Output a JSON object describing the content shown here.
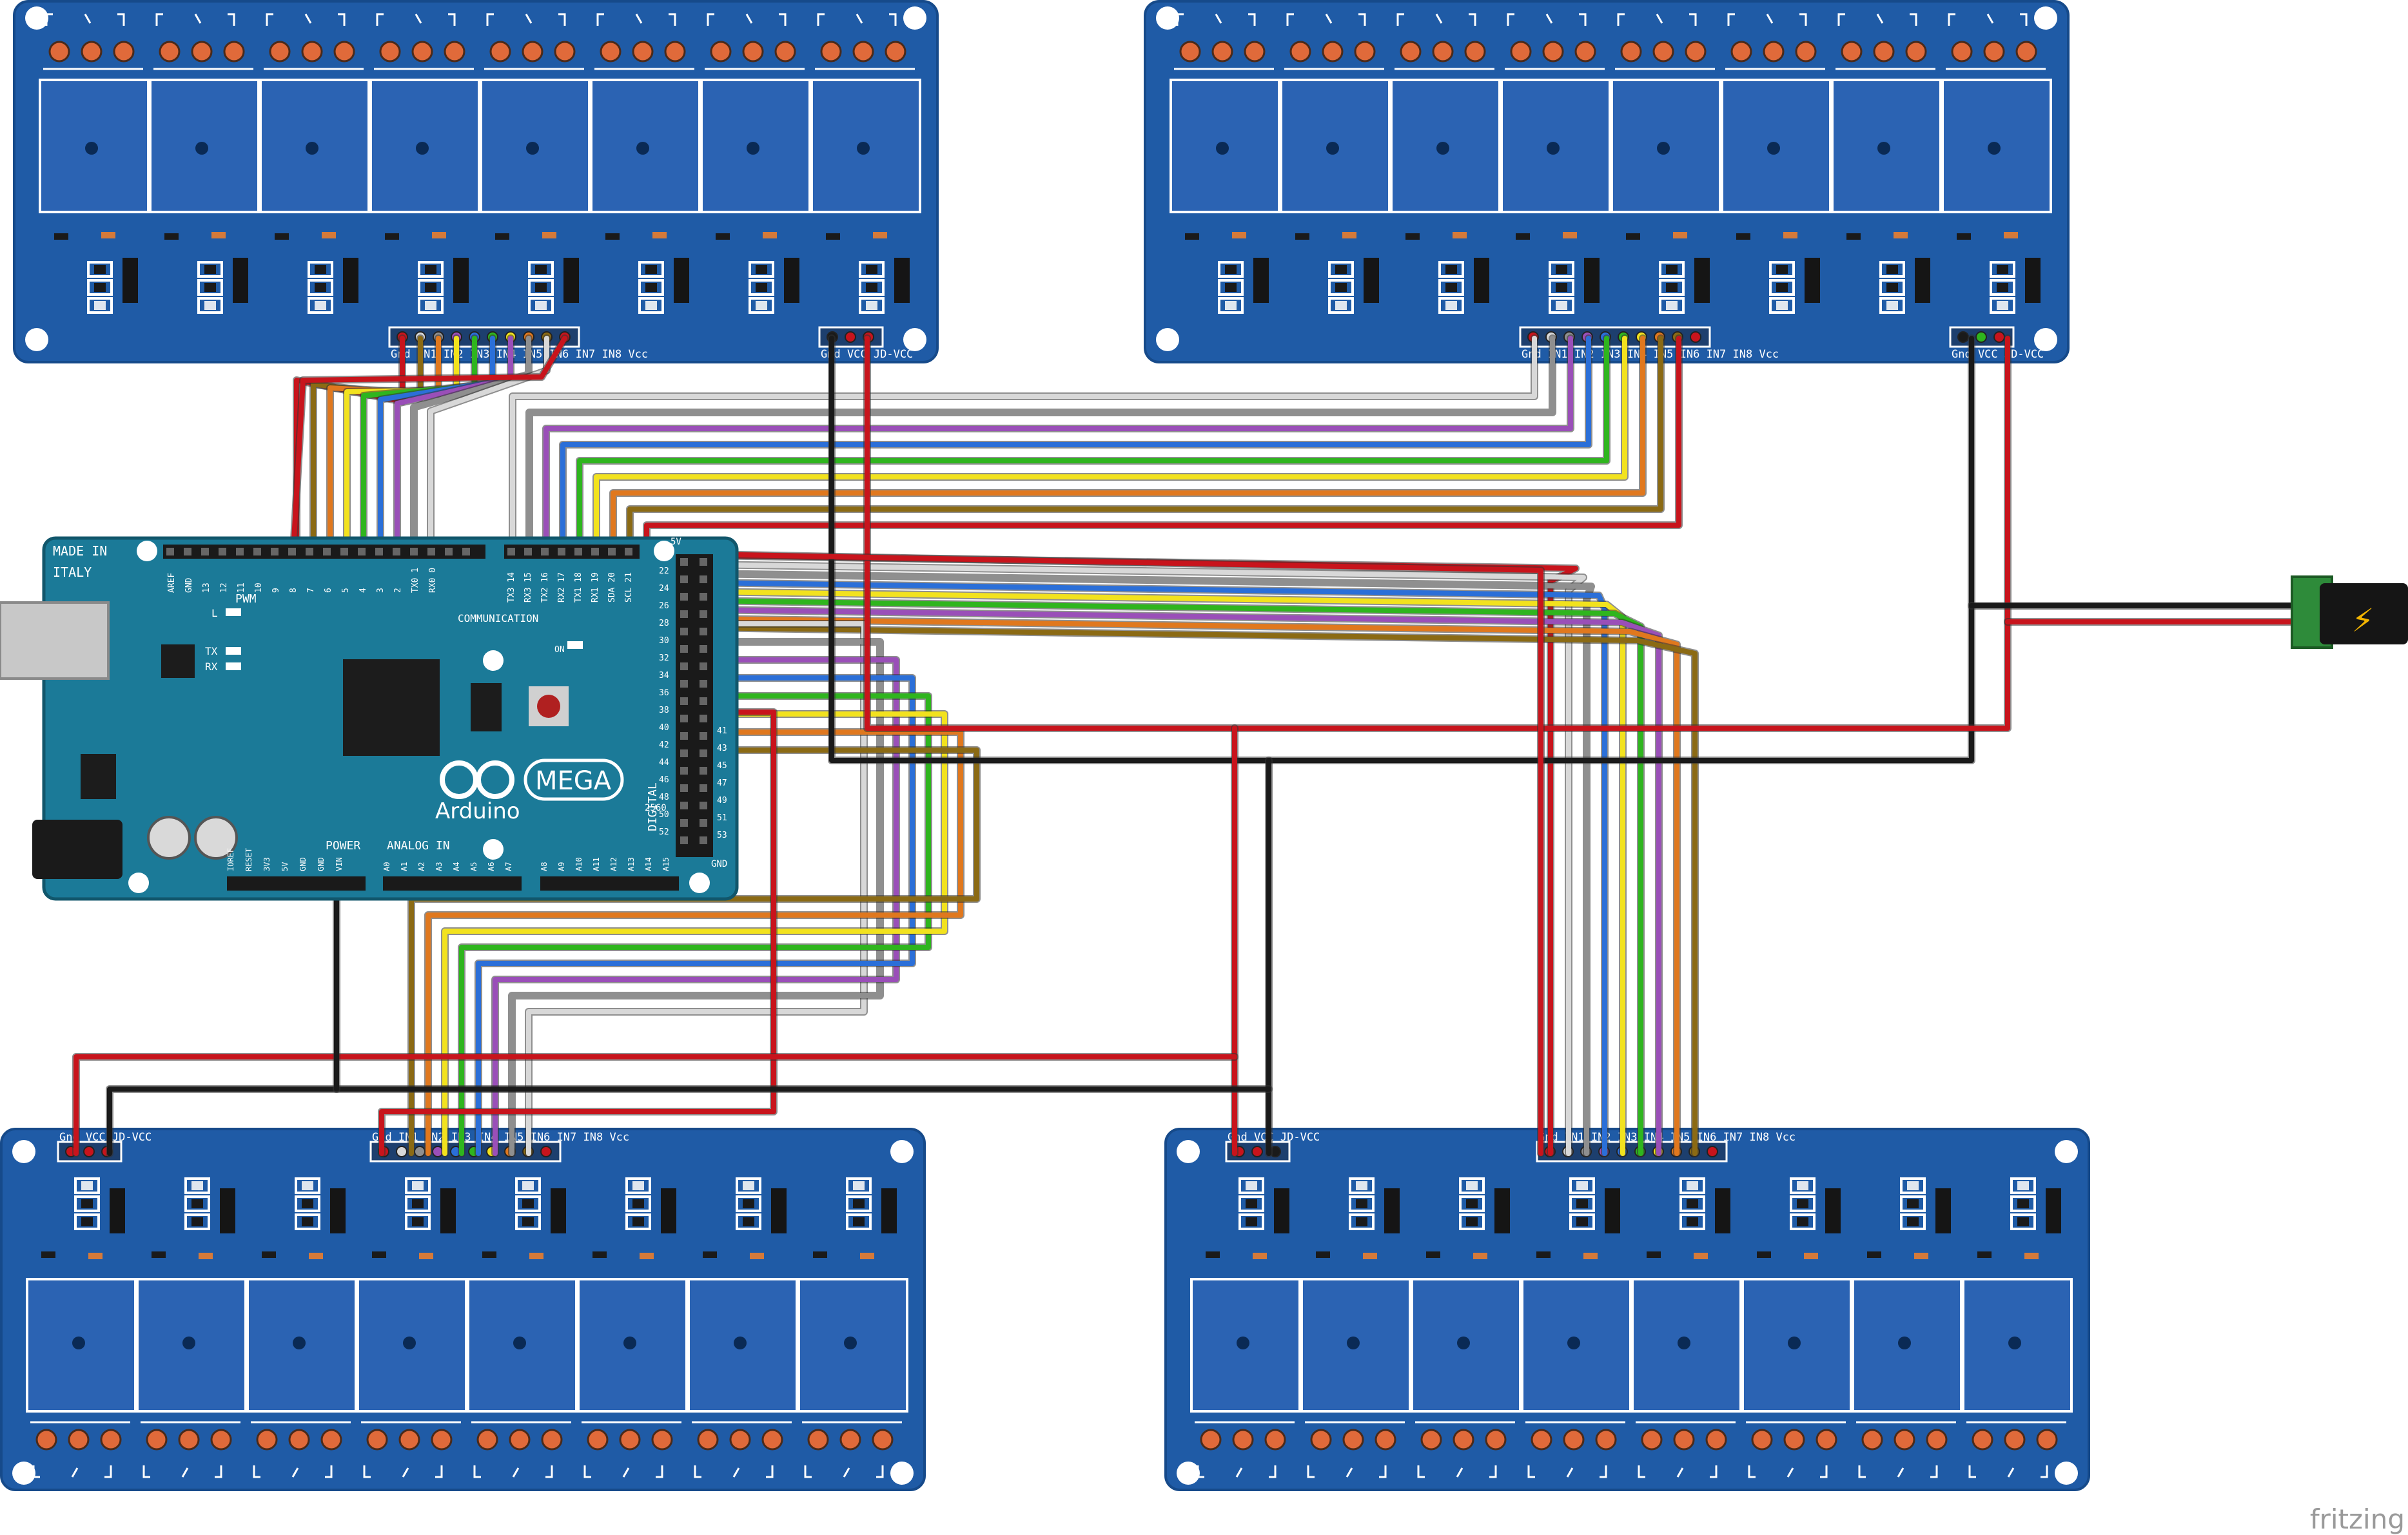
{
  "diagram": {
    "brand": "fritzing",
    "arduino": {
      "made_in_line1": "MADE IN",
      "made_in_line2": "ITALY",
      "logo_text": "Arduino",
      "badge": "MEGA",
      "model": "2560",
      "pwm": "PWM",
      "communication": "COMMUNICATION",
      "digital": "DIGITAL",
      "power": "POWER",
      "analog_in": "ANALOG IN",
      "on": "ON",
      "led_l": "L",
      "led_tx": "TX",
      "led_rx": "RX",
      "gnd": "GND",
      "five_v": "5V",
      "pwm_pins": [
        "AREF",
        "GND",
        "13",
        "12",
        "11",
        "10",
        "9",
        "8",
        "7",
        "6",
        "5",
        "4",
        "3",
        "2",
        "TX0 1",
        "RX0 0"
      ],
      "comm_pins": [
        "TX3 14",
        "RX3 15",
        "TX2 16",
        "RX2 17",
        "TX1 18",
        "RX1 19",
        "SDA 20",
        "SCL 21"
      ],
      "power_pins": [
        "IOREF",
        "RESET",
        "3V3",
        "5V",
        "GND",
        "GND",
        "VIN"
      ],
      "analog_pins": [
        "A0",
        "A1",
        "A2",
        "A3",
        "A4",
        "A5",
        "A6",
        "A7",
        "A8",
        "A9",
        "A10",
        "A11",
        "A12",
        "A13",
        "A14",
        "A15"
      ],
      "digital_even": [
        "22",
        "24",
        "26",
        "28",
        "30",
        "32",
        "34",
        "36",
        "38",
        "40",
        "42",
        "44",
        "46",
        "48",
        "50",
        "52"
      ],
      "digital_odd": [
        "41",
        "43",
        "45",
        "47",
        "49",
        "51",
        "53"
      ]
    },
    "relay_header_left": "Gnd IN1 IN2 IN3 IN4 IN5 IN6 IN7 IN8 Vcc",
    "relay_header_right": "Gnd VCC JD-VCC",
    "relay_boards": [
      {
        "id": "top-left"
      },
      {
        "id": "top-right"
      },
      {
        "id": "bottom-left"
      },
      {
        "id": "bottom-right"
      }
    ],
    "power_jack": {
      "symbol": "⚡"
    },
    "wire_colors": {
      "red": "#c8141c",
      "black": "#1a1a1a",
      "brown": "#8b6a14",
      "orange": "#e0781e",
      "yellow": "#f2e21e",
      "green": "#2fb51e",
      "blue": "#2b6fd8",
      "purple": "#9a4fb8",
      "gray": "#8f8f8f",
      "white": "#d8d8d8"
    },
    "board_color": "#1f5ba6",
    "arduino_color": "#1b7a98"
  }
}
